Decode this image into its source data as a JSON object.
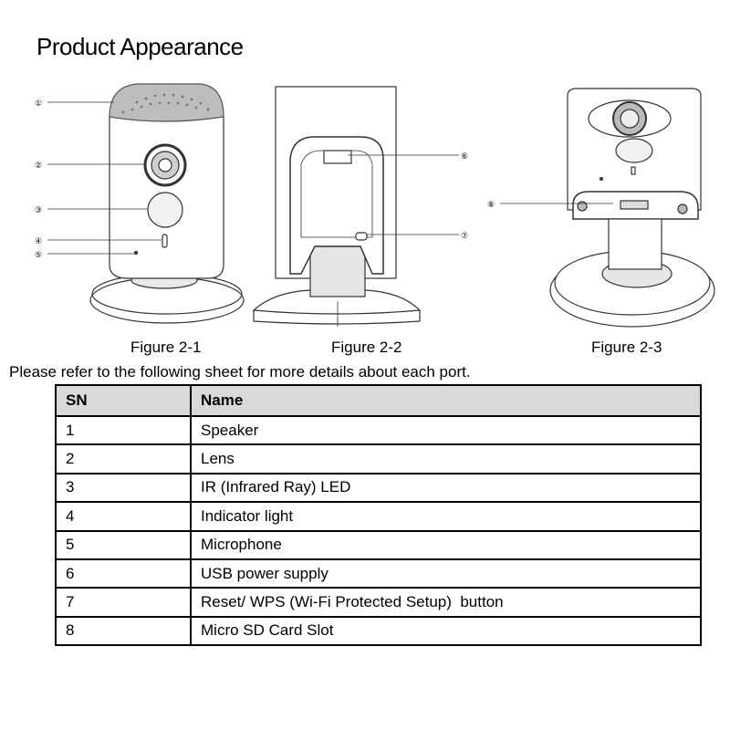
{
  "title": "Product Appearance",
  "figures": [
    {
      "caption": "Figure 2-1"
    },
    {
      "caption": "Figure 2-2"
    },
    {
      "caption": "Figure 2-3"
    }
  ],
  "callouts": [
    "①",
    "②",
    "③",
    "④",
    "⑤",
    "⑥",
    "⑦",
    "⑧"
  ],
  "intro_text": "Please refer to the following sheet for more details about each port.",
  "table": {
    "headers": [
      "SN",
      "Name"
    ],
    "rows": [
      {
        "sn": "1",
        "name": "Speaker"
      },
      {
        "sn": "2",
        "name": "Lens"
      },
      {
        "sn": "3",
        "name": "IR (Infrared Ray) LED"
      },
      {
        "sn": "4",
        "name": "Indicator light"
      },
      {
        "sn": "5",
        "name": "Microphone"
      },
      {
        "sn": "6",
        "name": "USB power supply"
      },
      {
        "sn": "7",
        "name": "Reset/ WPS (Wi-Fi Protected Setup)  button"
      },
      {
        "sn": "8",
        "name": "Micro SD Card Slot"
      }
    ]
  }
}
